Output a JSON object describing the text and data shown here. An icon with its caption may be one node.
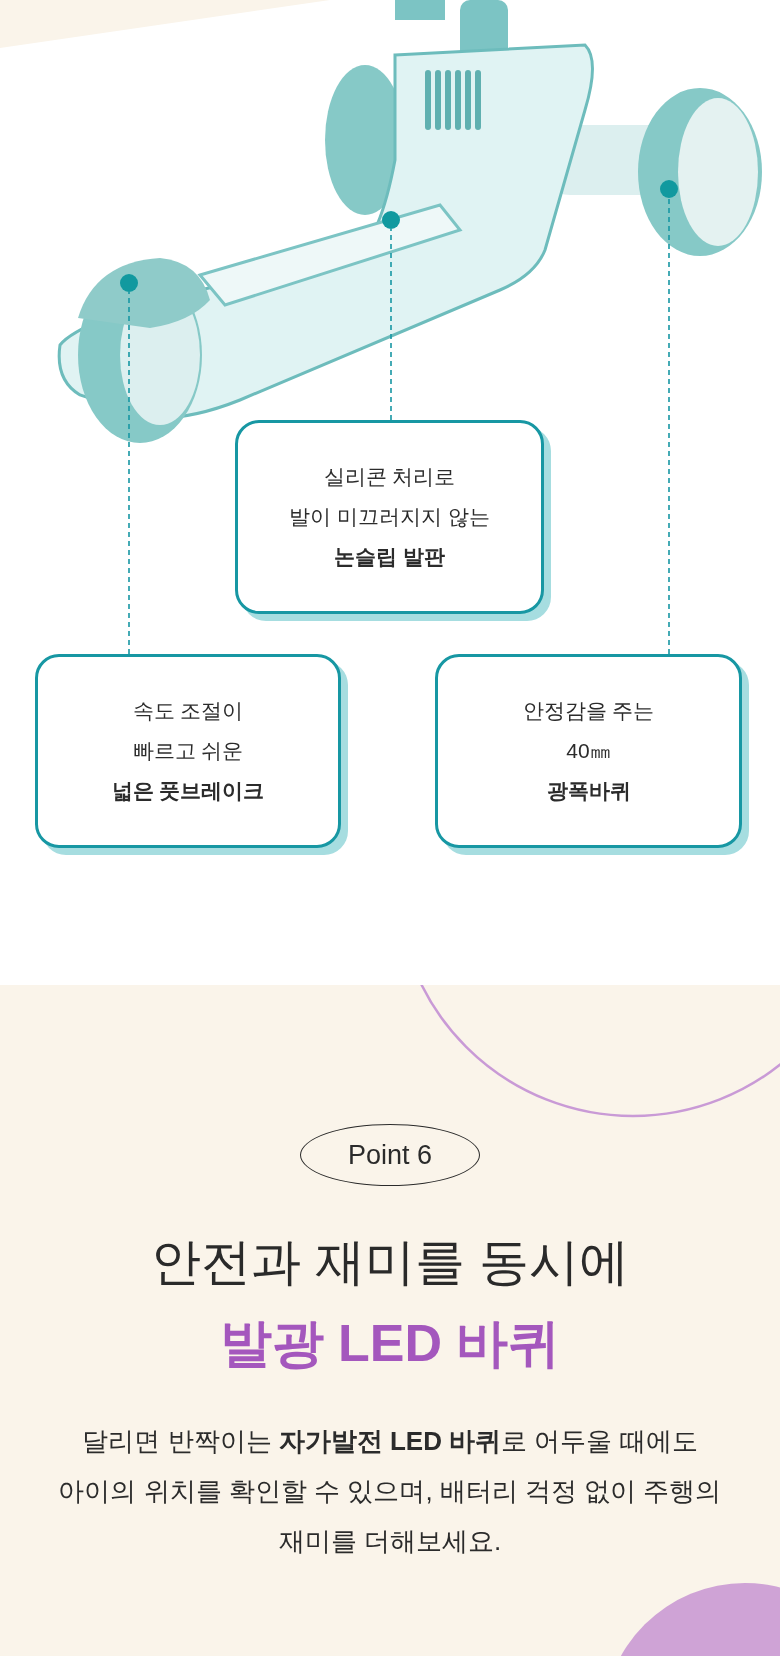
{
  "diagram": {
    "title": "안전과 재미를 동시에",
    "nodes": [
      {
        "text": [],
        "shape": "picture"
      },
      {
        "text": [],
        "shape": "circle"
      },
      {
        "text": [],
        "shape": "circle",
        "in": 0
      },
      {
        "text": [],
        "shape": "circle"
      },
      {
        "text": [
          "실리콘 처리로",
          "발이 미끄러지지 않는",
          "논슬립 발판"
        ]
      },
      {
        "text": [
          "속도 조절이",
          "빠르고 쉬운",
          "넓은 풋브레이크"
        ]
      },
      {
        "text": [
          "안정감을 주는",
          "40㎜",
          "광폭바퀴"
        ]
      },
      {
        "text": [
          "Point 6"
        ]
      }
    ],
    "edges": [
      {
        "from": 4,
        "to": 2,
        "arrow": "none",
        "style": "dashed"
      },
      {
        "from": 5,
        "to": 1,
        "arrow": "none",
        "style": "dashed"
      },
      {
        "from": 6,
        "to": 3,
        "arrow": "none",
        "style": "dashed"
      }
    ],
    "labels": [
      "발광 LED 바퀴",
      "달리면 반짝이는 **자가발전 LED 바퀴**로 어두울 때에도 아이의 위치를 확인할 수 있으며, 배터리 걱정 없이 주행의 재미를 더해보세요."
    ]
  }
}
